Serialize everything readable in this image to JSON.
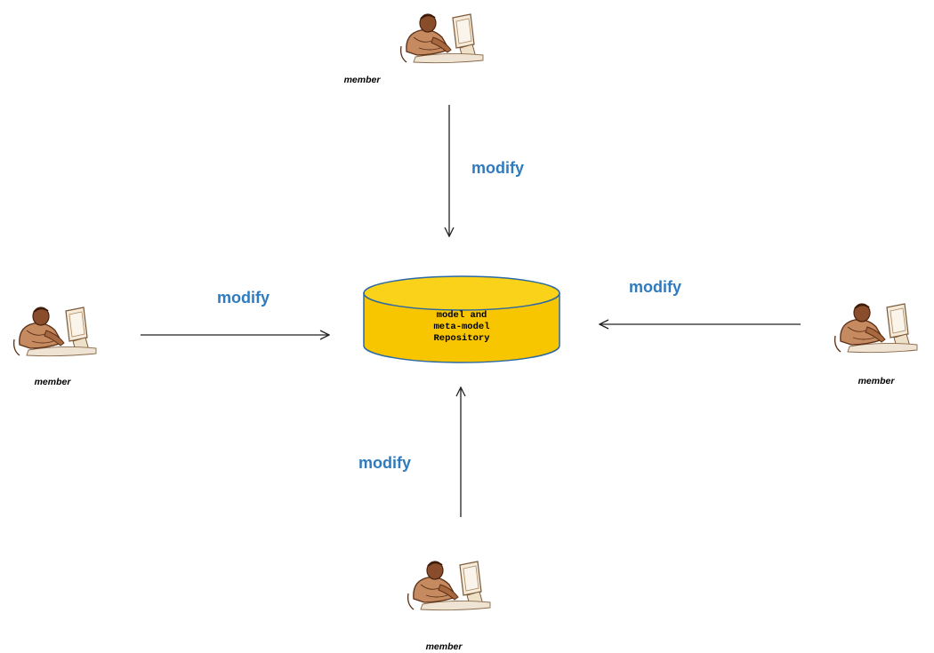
{
  "colors": {
    "label": "#2e7bbf",
    "repository_fill": "#f7c600",
    "repository_stroke": "#2a69a4",
    "arrow": "#222222",
    "person_skin": "#8a4d2c",
    "person_shirt": "#c68a60"
  },
  "icons": {
    "member": "person-at-computer-icon"
  },
  "repository": {
    "lines": [
      "model and",
      "meta-model",
      "Repository"
    ]
  },
  "members": {
    "top": {
      "caption": "member"
    },
    "left": {
      "caption": "member"
    },
    "right": {
      "caption": "member"
    },
    "bottom": {
      "caption": "member"
    }
  },
  "arrows": {
    "top": {
      "label": "modify"
    },
    "left": {
      "label": "modify"
    },
    "right": {
      "label": "modify"
    },
    "bottom": {
      "label": "modify"
    }
  }
}
